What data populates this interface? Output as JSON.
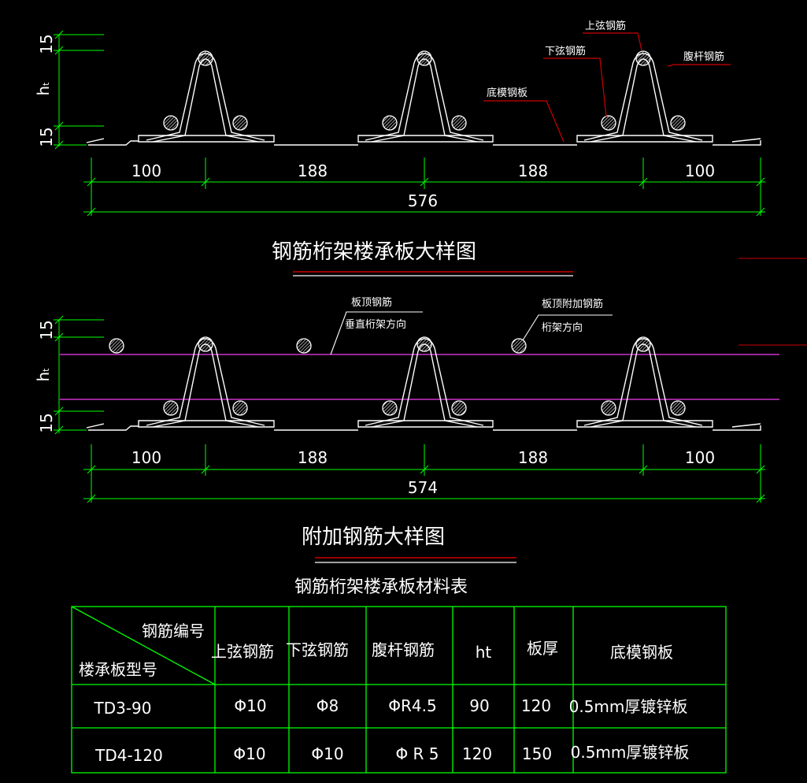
{
  "top_view": {
    "title": "钢筋桁架楼承板大样图",
    "dim_15_top": "15",
    "dim_ht": "h",
    "dim_ht_sub": "t",
    "dim_15_bottom": "15",
    "segments": [
      "100",
      "188",
      "188",
      "100"
    ],
    "total": "576",
    "labels": {
      "top_chord": "上弦钢筋",
      "bottom_chord": "下弦钢筋",
      "web": "腹杆钢筋",
      "deck": "底模钢板"
    }
  },
  "bottom_view": {
    "title": "附加钢筋大样图",
    "dim_15_top": "15",
    "dim_ht": "h",
    "dim_ht_sub": "t",
    "dim_15_bottom": "15",
    "segments": [
      "100",
      "188",
      "188",
      "100"
    ],
    "total": "574",
    "labels": {
      "top_bar_line1": "板顶钢筋",
      "top_bar_line2": "垂直桁架方向",
      "extra_bar_line1": "板顶附加钢筋",
      "extra_bar_line2": "桁架方向"
    }
  },
  "table": {
    "title": "钢筋桁架楼承板材料表",
    "corner_top": "钢筋编号",
    "corner_bottom": "楼承板型号",
    "headers": [
      "上弦钢筋",
      "下弦钢筋",
      "腹杆钢筋",
      "ht",
      "板厚",
      "底模钢板"
    ],
    "rows": [
      [
        "TD3-90",
        "Φ10",
        "Φ8",
        "ΦR4.5",
        "90",
        "120",
        "0.5mm厚镀锌板"
      ],
      [
        "TD4-120",
        "Φ10",
        "Φ10",
        "Φ R 5",
        "120",
        "150",
        "0.5mm厚镀锌板"
      ]
    ]
  },
  "colors": {
    "background": "#000000",
    "dimension": "#00ff00",
    "outline": "#ffffff",
    "leader": "#cc0000",
    "rebar_line": "#cc33cc",
    "title_underline_red": "#cc0000"
  }
}
